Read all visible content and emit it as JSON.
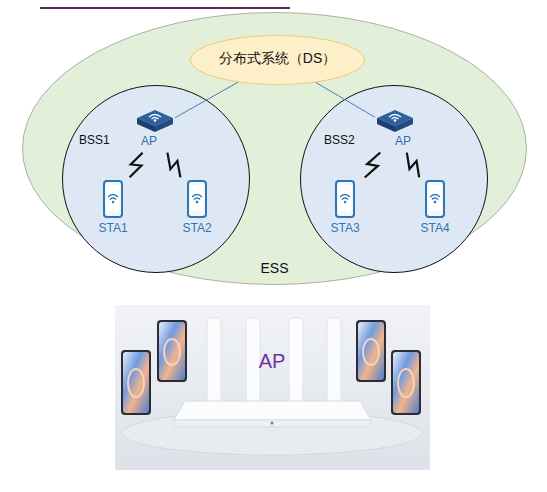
{
  "diagram": {
    "nodes": [
      {
        "text": [
          "ESS"
        ]
      },
      {
        "text": [
          "分布式系统（DS）"
        ],
        "in": 0
      },
      {
        "text": [
          "BSS1"
        ],
        "in": 0
      },
      {
        "text": [
          "AP"
        ],
        "in": 2
      },
      {
        "text": [
          "STA1"
        ],
        "in": 2
      },
      {
        "text": [
          "STA2"
        ],
        "in": 2
      },
      {
        "text": [
          "BSS2"
        ],
        "in": 0
      },
      {
        "text": [
          "AP"
        ],
        "in": 6
      },
      {
        "text": [
          "STA3"
        ],
        "in": 6
      },
      {
        "text": [
          "STA4"
        ],
        "in": 6
      }
    ],
    "edges": [
      {
        "from": 1,
        "to": 3,
        "arrow": "none"
      },
      {
        "from": 1,
        "to": 7,
        "arrow": "none"
      },
      {
        "from": 3,
        "to": 4,
        "arrow": "none"
      },
      {
        "from": 3,
        "to": 5,
        "arrow": "none"
      },
      {
        "from": 7,
        "to": 8,
        "arrow": "none"
      },
      {
        "from": 7,
        "to": 9,
        "arrow": "none"
      }
    ],
    "labels": [
      "AP"
    ]
  }
}
